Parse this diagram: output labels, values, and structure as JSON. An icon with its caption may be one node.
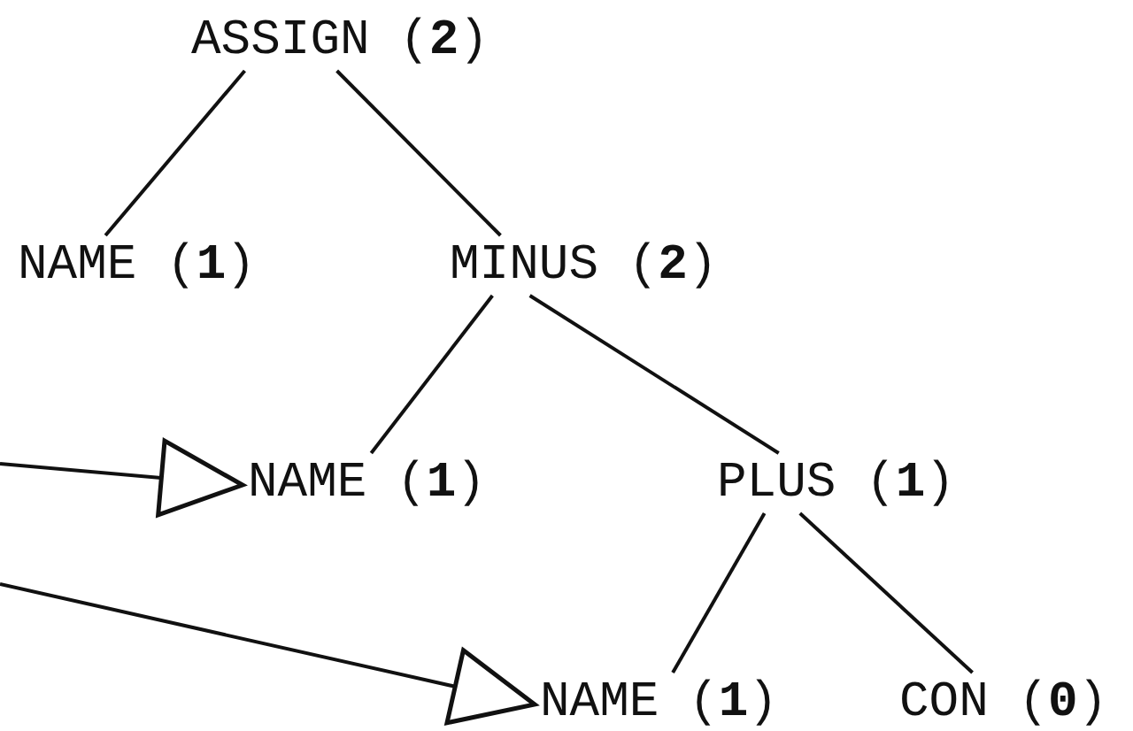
{
  "diagram": {
    "nodes": [
      {
        "text": [
          "ASSIGN (**2**)"
        ]
      },
      {
        "text": [
          "NAME (**1**)"
        ]
      },
      {
        "text": [
          "MINUS (**2**)"
        ]
      },
      {
        "text": [
          "NAME (**1**)"
        ]
      },
      {
        "text": [
          "PLUS (**1**)"
        ]
      },
      {
        "text": [
          "NAME (**1**)"
        ]
      },
      {
        "text": [
          "CON (**0**)"
        ]
      }
    ],
    "edges": [
      {
        "from": 0,
        "to": 1,
        "arrow": "none"
      },
      {
        "from": 0,
        "to": 2,
        "arrow": "none"
      },
      {
        "from": 2,
        "to": 3,
        "arrow": "none"
      },
      {
        "from": 2,
        "to": 4,
        "arrow": "none"
      },
      {
        "from": 4,
        "to": 5,
        "arrow": "none"
      },
      {
        "from": 4,
        "to": 6,
        "arrow": "none"
      },
      {
        "from": null,
        "to": 3,
        "arrow": "to"
      },
      {
        "from": null,
        "to": 5,
        "arrow": "to"
      }
    ]
  }
}
